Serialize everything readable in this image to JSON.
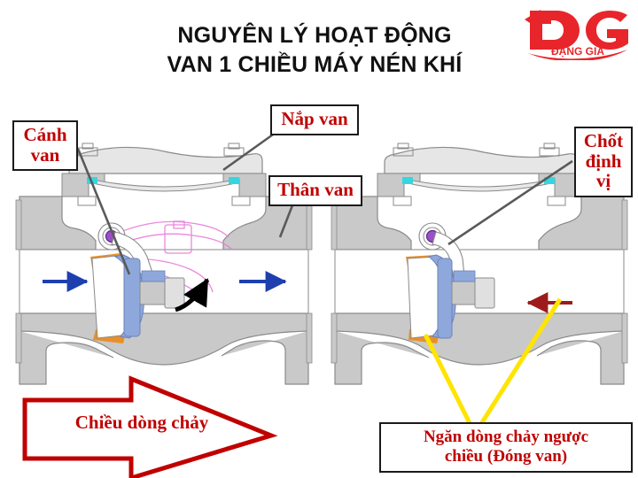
{
  "title": {
    "line1": "NGUYÊN LÝ HOẠT ĐỘNG",
    "line2": "VAN 1 CHIỀU MÁY NÉN KHÍ"
  },
  "logo": {
    "monogram": "DG",
    "wordmark": "ĐẶNG GIA",
    "color": "#E8252A"
  },
  "callouts": [
    {
      "id": "canh-van",
      "line1": "Cánh",
      "line2": "van",
      "line3": ""
    },
    {
      "id": "nap-van",
      "line1": "Nắp van",
      "line2": "",
      "line3": ""
    },
    {
      "id": "than-van",
      "line1": "Thân van",
      "line2": "",
      "line3": ""
    },
    {
      "id": "chot-dinh-vi",
      "line1": "Chốt",
      "line2": "định",
      "line3": "vị"
    }
  ],
  "flow_arrow": {
    "label": "Chiều dòng chảy",
    "color": "#C00000"
  },
  "note_reverse": {
    "line1": "Ngăn dòng chảy ngược",
    "line2": "chiều (Đóng van)",
    "color": "#C00000"
  },
  "colors": {
    "body_gray": "#C9C9C9",
    "body_light": "#E6E6E6",
    "outline": "#8A8A8A",
    "disc_blue": "#8FA8DC",
    "seat_orange": "#E8902A",
    "pin_purple": "#9B4FC8",
    "gasket_cyan": "#35D6E0",
    "flow_blue": "#1F3FAF",
    "reverse_red": "#9E1B1B",
    "pointer_yellow": "#FFE400",
    "ghost_magenta": "#E87BD8",
    "leader_gray": "#5A5A5A",
    "label_red": "#C00000"
  },
  "diagrams": [
    {
      "id": "valve-open",
      "state": "open",
      "flow_arrows": 2,
      "swing_arrow": true
    },
    {
      "id": "valve-closed",
      "state": "closed",
      "reverse_arrows": 1,
      "swing_arrow": false
    }
  ]
}
